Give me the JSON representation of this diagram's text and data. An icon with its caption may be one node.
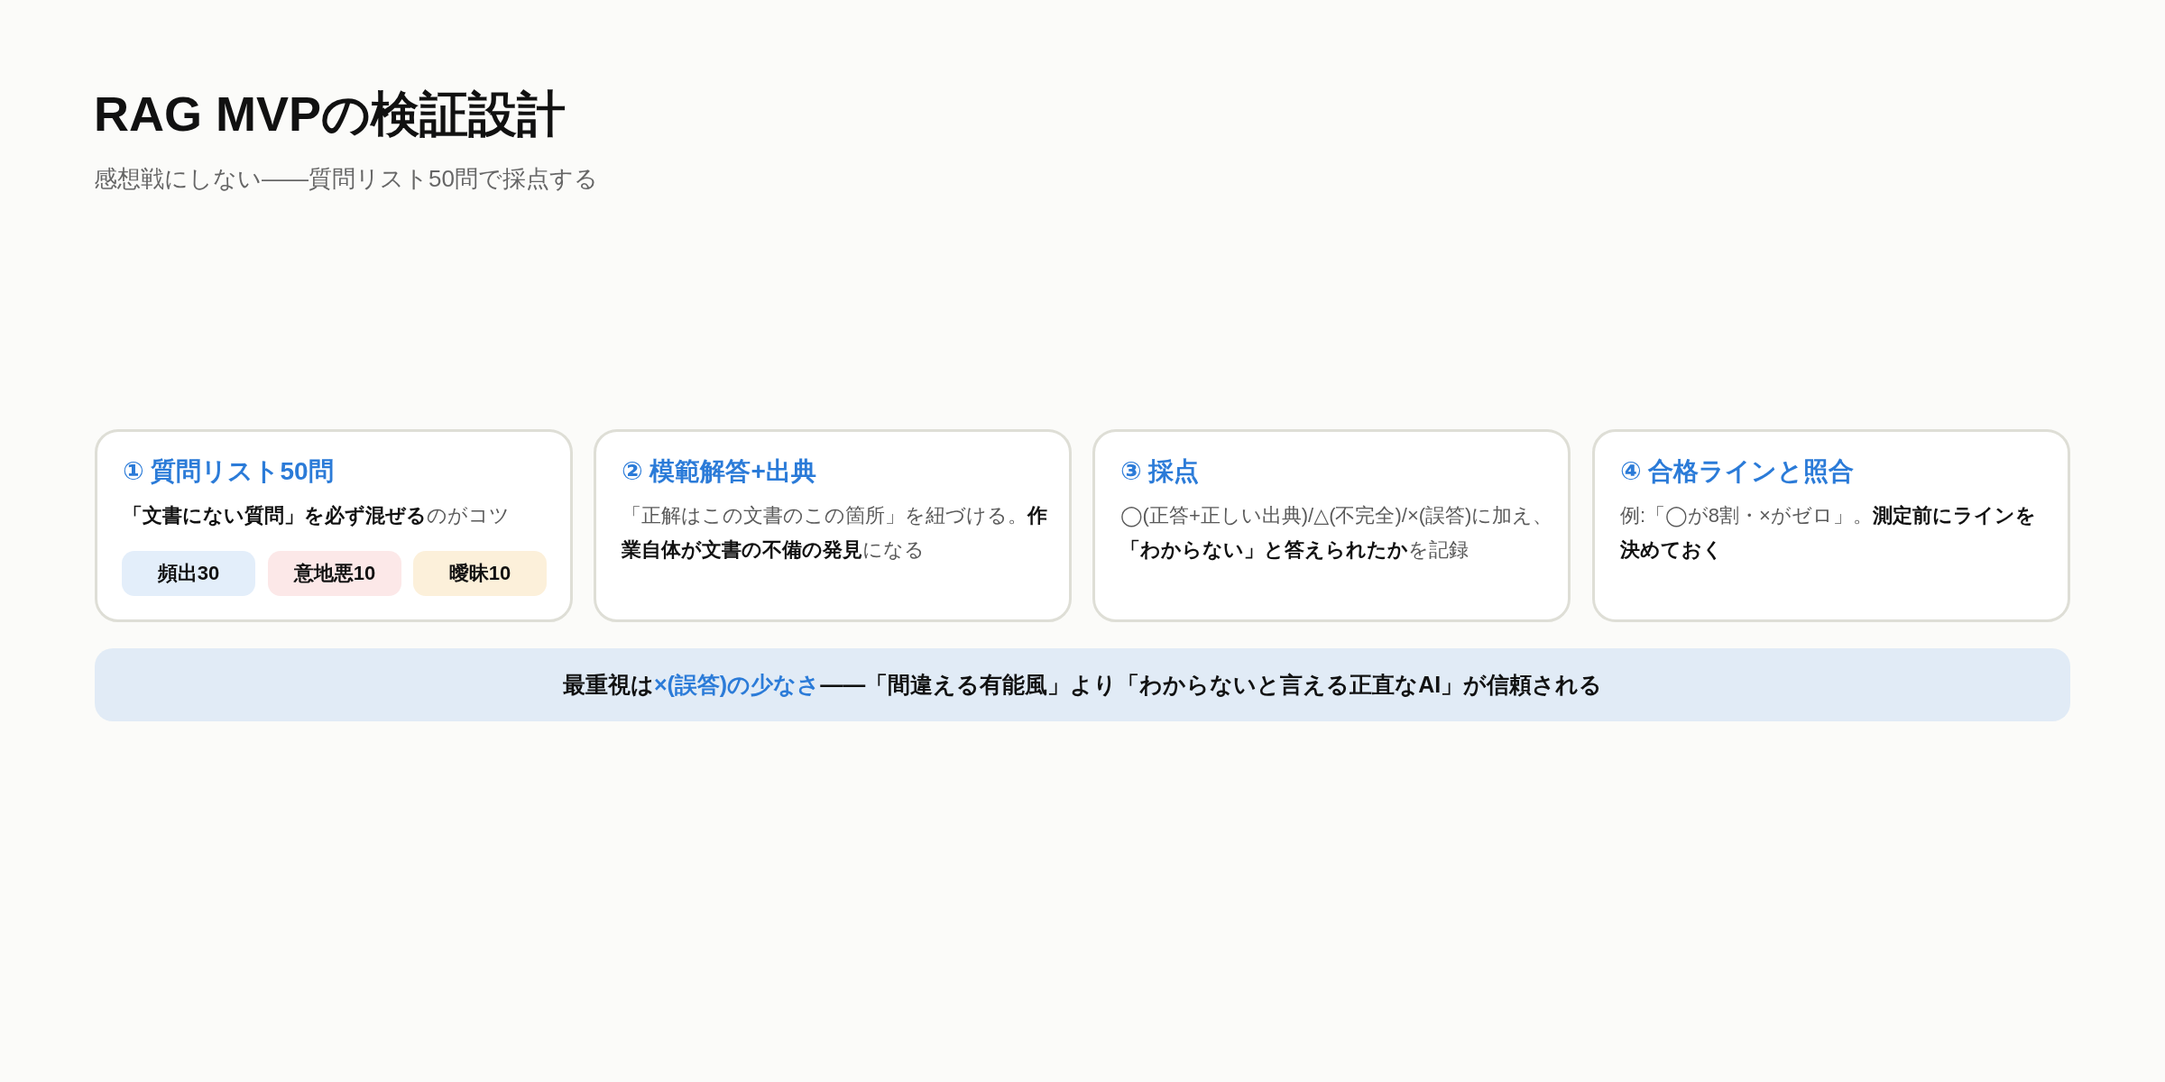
{
  "diagram": {
    "title": "RAG MVPの検証設計",
    "labels": [
      "感想戦にしない——質問リスト50問で採点する"
    ],
    "nodes": [
      {
        "text": [
          "① 質問リスト50問",
          "**「文書にない質問」を必ず混ぜる**のがコツ"
        ]
      },
      {
        "text": [
          "頻出30"
        ],
        "in": 0
      },
      {
        "text": [
          "意地悪10"
        ],
        "in": 0
      },
      {
        "text": [
          "曖昧10"
        ],
        "in": 0
      },
      {
        "text": [
          "② 模範解答+出典",
          "「正解はこの文書のこの箇所」を紐づける。**作業自体が文書の不備の発見**になる"
        ]
      },
      {
        "text": [
          "③ 採点",
          "◯(正答+正しい出典)/△(不完全)/×(誤答)に加え、**「わからない」と答えられたか**を記録"
        ]
      },
      {
        "text": [
          "④ 合格ラインと照合",
          "例:「◯が8割・×がゼロ」。**測定前にラインを決めておく**"
        ]
      },
      {
        "text": [
          "最重視は**×(誤答)の少なさ**——「間違える有能風」より「わからないと言える正直なAI」が信頼される"
        ]
      }
    ]
  }
}
